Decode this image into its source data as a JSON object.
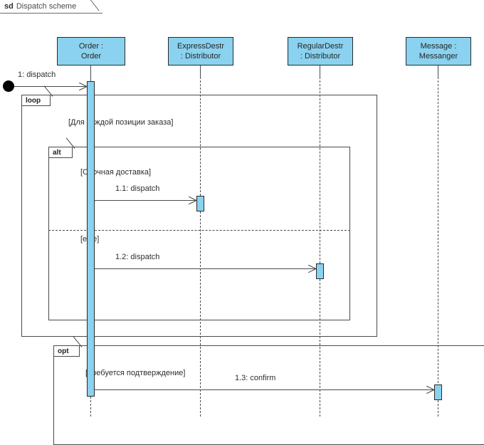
{
  "diagram": {
    "kind": "sd",
    "title": "Dispatch scheme",
    "colors": {
      "lifeline_fill": "#8ad2ef",
      "line": "#4a4a4a",
      "border": "#2a2a2a",
      "background": "#ffffff"
    }
  },
  "lifelines": [
    {
      "id": "order",
      "name": "Order :",
      "type": "Order"
    },
    {
      "id": "expressdestr",
      "name": "ExpressDestr",
      "type": ": Distributor"
    },
    {
      "id": "regulardestr",
      "name": "RegularDestr",
      "type": ": Distributor"
    },
    {
      "id": "messenger",
      "name": "Message :",
      "type": "Messanger"
    }
  ],
  "messages": [
    {
      "id": "m1",
      "label": "1: dispatch",
      "from": "found",
      "to": "order"
    },
    {
      "id": "m11",
      "label": "1.1: dispatch",
      "from": "order",
      "to": "expressdestr"
    },
    {
      "id": "m12",
      "label": "1.2: dispatch",
      "from": "order",
      "to": "regulardestr"
    },
    {
      "id": "m13",
      "label": "1.3: confirm",
      "from": "order",
      "to": "messenger"
    }
  ],
  "fragments": [
    {
      "id": "loop",
      "operator": "loop",
      "guard": "[Для каждой позиции заказа]"
    },
    {
      "id": "alt",
      "operator": "alt",
      "guard": "[Срочная доставка]",
      "else_guard": "[else]"
    },
    {
      "id": "opt",
      "operator": "opt",
      "guard": "[Требуется подтверждение]"
    }
  ]
}
